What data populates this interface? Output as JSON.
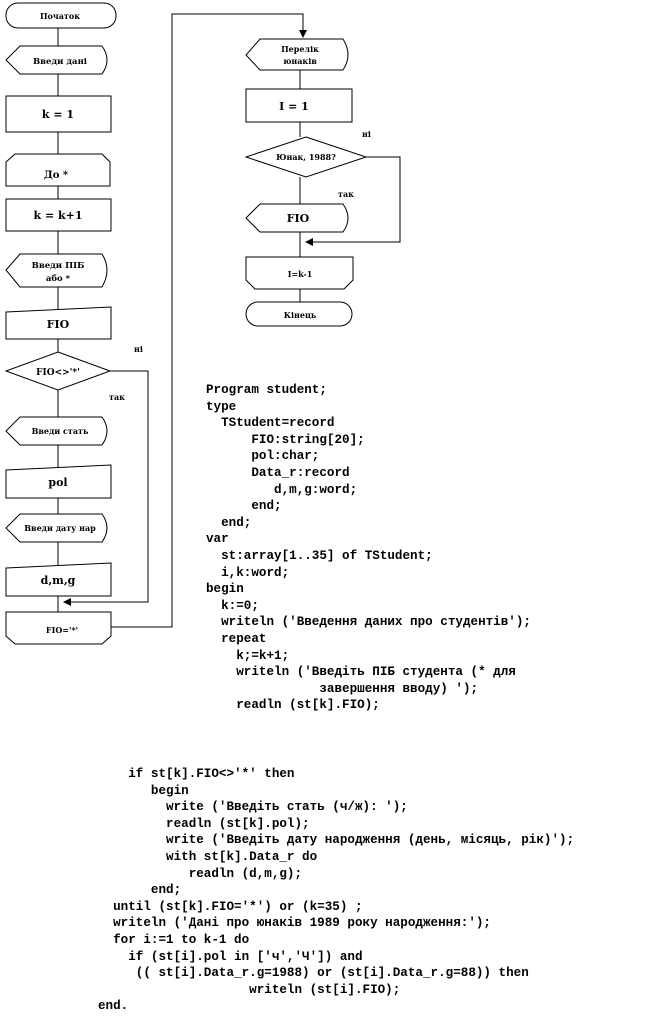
{
  "flowchart": {
    "left": {
      "start": "Початок",
      "input_data": "Введи дані",
      "k_init": "k = 1",
      "loop_until": "До *",
      "k_inc": "k = k+1",
      "input_name_line1": "Введи ПІБ",
      "input_name_line2": "або *",
      "fio_io": "FIO",
      "decision": "FIO<>'*'",
      "no_label": "ні",
      "yes_label": "так",
      "input_sex": "Введи стать",
      "pol_io": "pol",
      "input_date": "Введи дату нар",
      "date_io": "d,m,g",
      "loop_end": "FIO='*'"
    },
    "right": {
      "list_header_line1": "Перелік",
      "list_header_line2": "юнаків",
      "i_init": "I = 1",
      "decision": "Юнак, 1988?",
      "no_label": "ні",
      "yes_label": "так",
      "output_fio": "FIO",
      "loop_end": "I=k-1",
      "end": "Кінець"
    }
  },
  "code_top": [
    "Program student;",
    "type",
    "  TStudent=record",
    "      FIO:string[20];",
    "      pol:char;",
    "      Data_r:record",
    "         d,m,g:word;",
    "      end;",
    "  end;",
    "var",
    "  st:array[1..35] of TStudent;",
    "  i,k:word;",
    "begin",
    "  k:=0;",
    "  writeln ('Введення даних про студентів');",
    "  repeat",
    "    k;=k+1;",
    "    writeln ('Введіть ПІБ студента (* для",
    "               завершення вводу) ');",
    "    readln (st[k].FIO);"
  ],
  "code_bottom": [
    "    if st[k].FIO<>'*' then",
    "       begin",
    "         write ('Введіть стать (ч/ж): ');",
    "         readln (st[k].pol);",
    "         write ('Введіть дату народження (день, місяць, рік)');",
    "         with st[k].Data_r do",
    "            readln (d,m,g);",
    "       end;",
    "  until (st[k].FIO='*') or (k=35) ;",
    "  writeln ('Дані про юнаків 1989 року народження:');",
    "  for i:=1 to k-1 do",
    "    if (st[i].pol in ['ч','Ч']) and",
    "     (( st[i].Data_r.g=1988) or (st[i].Data_r.g=88)) then",
    "                    writeln (st[i].FIO);",
    "end."
  ]
}
